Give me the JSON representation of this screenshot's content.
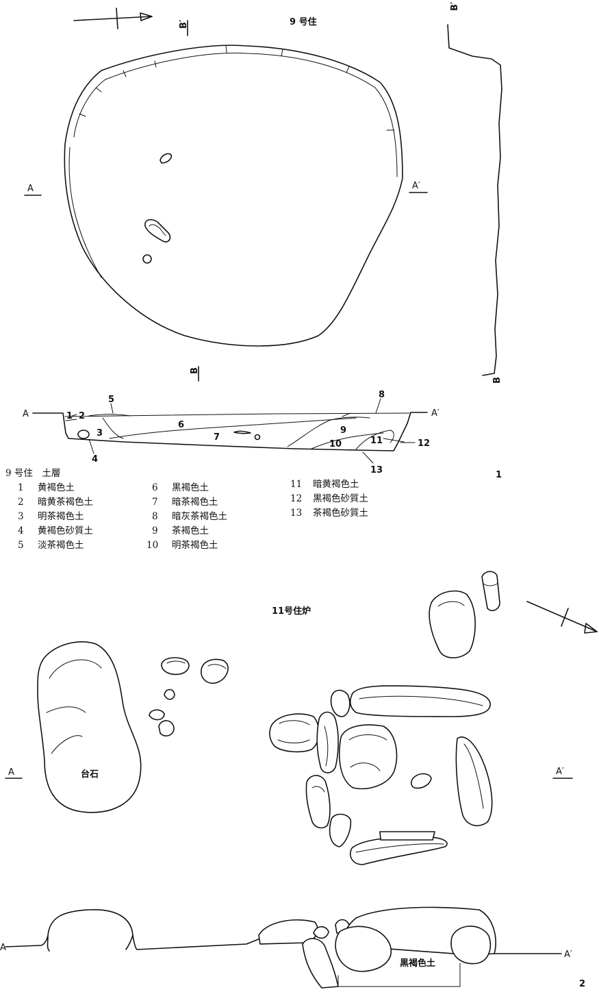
{
  "figure1": {
    "title": "9 号住",
    "number": "1",
    "marks": {
      "a": "A",
      "a_prime": "A′",
      "b": "B",
      "b_prime": "B′"
    },
    "section_numbers": [
      "1",
      "2",
      "3",
      "4",
      "5",
      "6",
      "7",
      "8",
      "9",
      "10",
      "11",
      "12",
      "13"
    ],
    "legend_title": "9 号住　土層",
    "legend": [
      {
        "no": "1",
        "name": "黄褐色土"
      },
      {
        "no": "2",
        "name": "暗黄茶褐色土"
      },
      {
        "no": "3",
        "name": "明茶褐色土"
      },
      {
        "no": "4",
        "name": "黄褐色砂質土"
      },
      {
        "no": "5",
        "name": "淡茶褐色土"
      },
      {
        "no": "6",
        "name": "黒褐色土"
      },
      {
        "no": "7",
        "name": "暗茶褐色土"
      },
      {
        "no": "8",
        "name": "暗灰茶褐色土"
      },
      {
        "no": "9",
        "name": "茶褐色土"
      },
      {
        "no": "10",
        "name": "明茶褐色土"
      },
      {
        "no": "11",
        "name": "暗黄褐色土"
      },
      {
        "no": "12",
        "name": "黒褐色砂質土"
      },
      {
        "no": "13",
        "name": "茶褐色砂質土"
      }
    ]
  },
  "figure2": {
    "title": "11号住炉",
    "number": "2",
    "marks": {
      "a": "A",
      "a_prime": "A′"
    },
    "stone_label": "台石",
    "soil_label": "黒褐色土"
  }
}
